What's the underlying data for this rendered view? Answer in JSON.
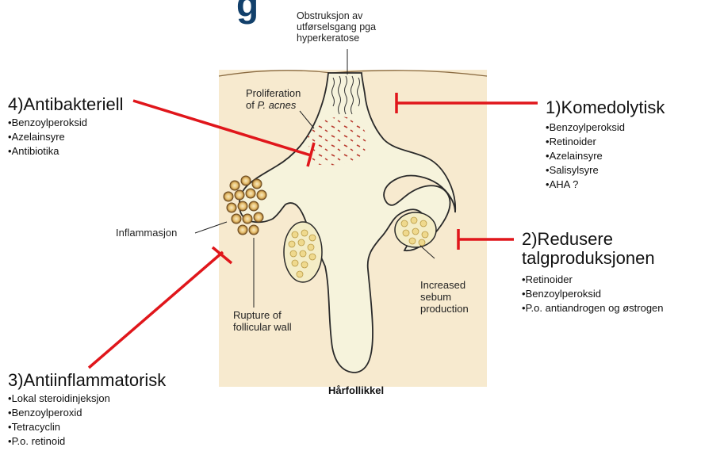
{
  "title_fragment": "g",
  "obstruction_label": [
    "Obstruksjon av",
    "utførselsgang pga",
    "hyperkeratose"
  ],
  "proliferation_label": [
    "Proliferation",
    "of P. acnes"
  ],
  "inflammation_label": "Inflammasjon",
  "rupture_label": [
    "Rupture of",
    "follicular wall"
  ],
  "sebum_label": [
    "Increased",
    "sebum",
    "production"
  ],
  "caption": "Hårfollikkel",
  "treatments": [
    {
      "heading": "1)Komedolytisk",
      "items": [
        "Benzoylperoksid",
        "Retinoider",
        "Azelainsyre",
        "Salisylsyre",
        "AHA ?"
      ]
    },
    {
      "heading": [
        "2)Redusere",
        "talgproduksjonen"
      ],
      "items": [
        "Retinoider",
        "Benzoylperoksid",
        "P.o. antiandrogen og østrogen"
      ]
    },
    {
      "heading": "3)Antiinflammatorisk",
      "items": [
        "Lokal steroidinjeksjon",
        "Benzoylperoxid",
        "Tetracyclin",
        "P.o. retinoid"
      ]
    },
    {
      "heading": "4)Antibakteriell",
      "items": [
        "Benzoylperoksid",
        "Azelainsyre",
        "Antibiotika"
      ]
    }
  ],
  "colors": {
    "inhibitor_line": "#e0161b",
    "follicle_fill": "#f6f3dc",
    "skin_fill": "#f7eacf",
    "title": "#12406b"
  }
}
